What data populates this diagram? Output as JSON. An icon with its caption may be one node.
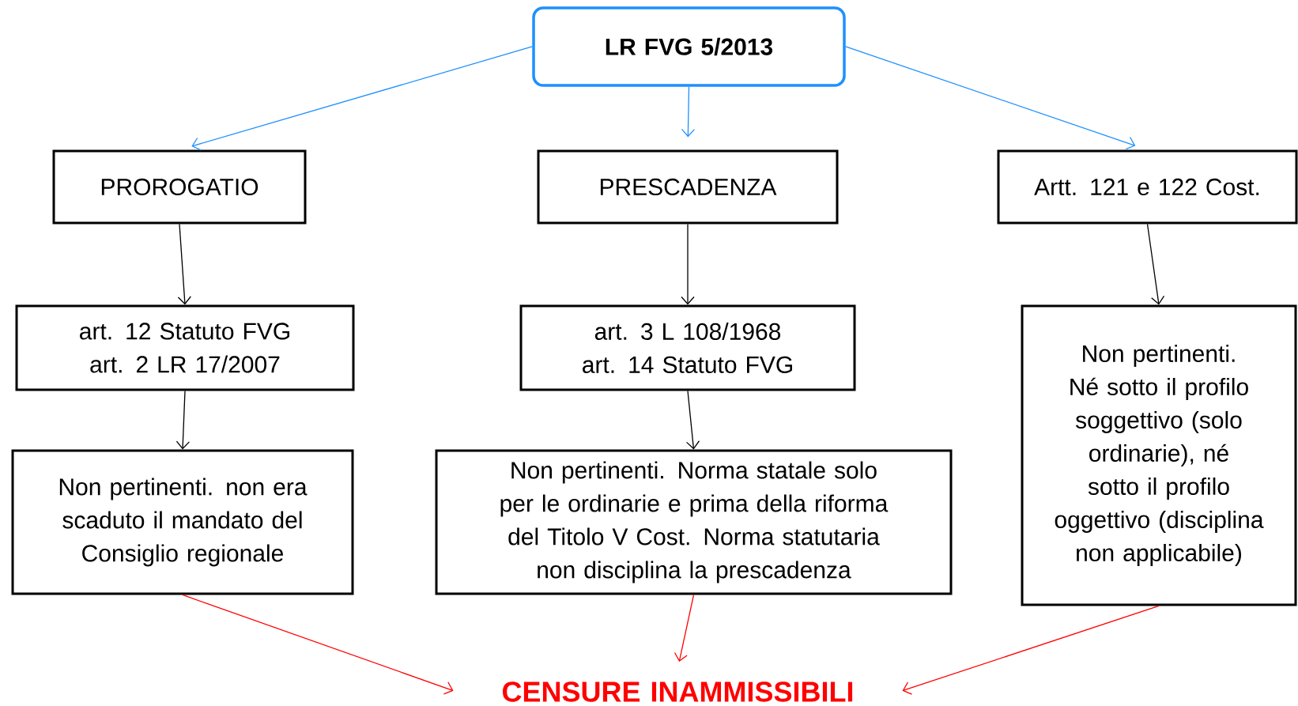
{
  "diagram": {
    "nodes": [
      {
        "text": [
          "LR FVG 5/2013"
        ]
      },
      {
        "text": [
          "PROROGATIO"
        ]
      },
      {
        "text": [
          "PRESCADENZA"
        ]
      },
      {
        "text": [
          "Artt. 121 e 122 Cost."
        ]
      },
      {
        "text": [
          "art. 12 Statuto FVG art. 2 LR 17/2007"
        ]
      },
      {
        "text": [
          "art. 3 L 108/1968 art. 14 Statuto FVG"
        ]
      },
      {
        "text": [
          "Non pertinenti. Né sotto il profilo soggettivo (solo ordinarie), né sotto il profilo oggettivo (disciplina non applicabile)"
        ]
      },
      {
        "text": [
          "Non pertinenti. non era scaduto il mandato del Consiglio regionale"
        ]
      },
      {
        "text": [
          "Non pertinenti. Norma statale solo per le ordinarie e prima della riforma del Titolo V Cost. Norma statutaria non disciplina la prescadenza"
        ]
      },
      {
        "text": [
          "CENSURE INAMMISSIBILI"
        ]
      }
    ],
    "edges": [
      {
        "from": 0,
        "to": 1,
        "arrow": "to",
        "color": "#1e90ff"
      },
      {
        "from": 0,
        "to": 2,
        "arrow": "to",
        "color": "#1e90ff"
      },
      {
        "from": 0,
        "to": 3,
        "arrow": "to",
        "color": "#1e90ff"
      },
      {
        "from": 1,
        "to": 4,
        "arrow": "to"
      },
      {
        "from": 2,
        "to": 5,
        "arrow": "to"
      },
      {
        "from": 3,
        "to": 6,
        "arrow": "to"
      },
      {
        "from": 4,
        "to": 7,
        "arrow": "to"
      },
      {
        "from": 5,
        "to": 8,
        "arrow": "to"
      },
      {
        "from": 7,
        "to": 9,
        "arrow": "to",
        "color": "#ff0000"
      },
      {
        "from": 8,
        "to": 9,
        "arrow": "to",
        "color": "#ff0000"
      },
      {
        "from": 6,
        "to": 9,
        "arrow": "to",
        "color": "#ff0000"
      }
    ]
  }
}
